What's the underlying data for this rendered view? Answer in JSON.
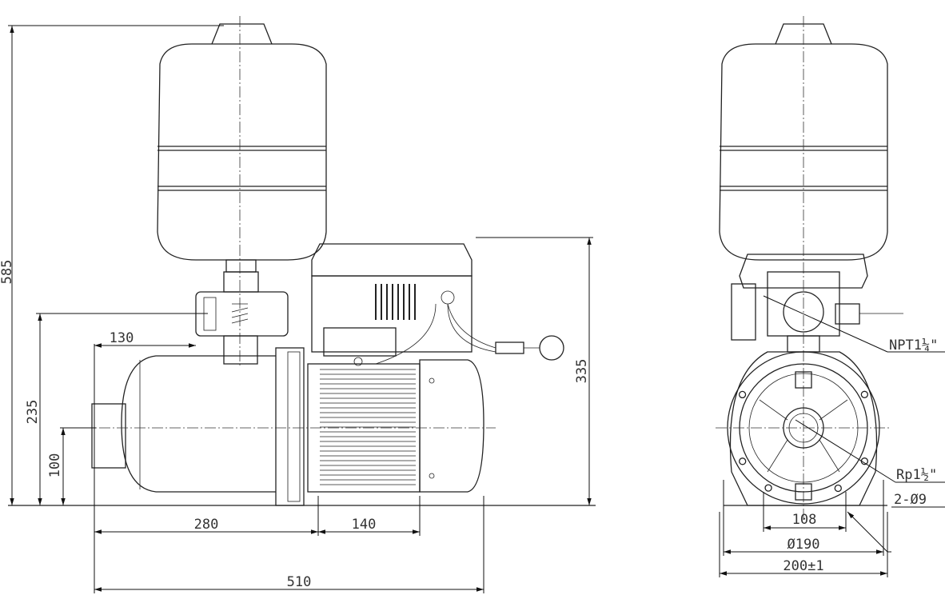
{
  "title": "Booster pump with pressure tank – dimension drawing",
  "side_view": {
    "dims": {
      "total_height": "585",
      "outlet_height": "235",
      "inlet_height": "100",
      "outlet_offset": "130",
      "pump_length": "280",
      "motor_length": "140",
      "total_length": "510",
      "motor_height": "335"
    }
  },
  "front_view": {
    "dims": {
      "bolt_spacing": "108",
      "flange_diameter": "Ø190",
      "width": "200±1"
    },
    "callouts": {
      "outlet_thread": "NPT1¼\"",
      "inlet_thread": "Rp1½\"",
      "mount_holes": "2-Ø9"
    }
  }
}
